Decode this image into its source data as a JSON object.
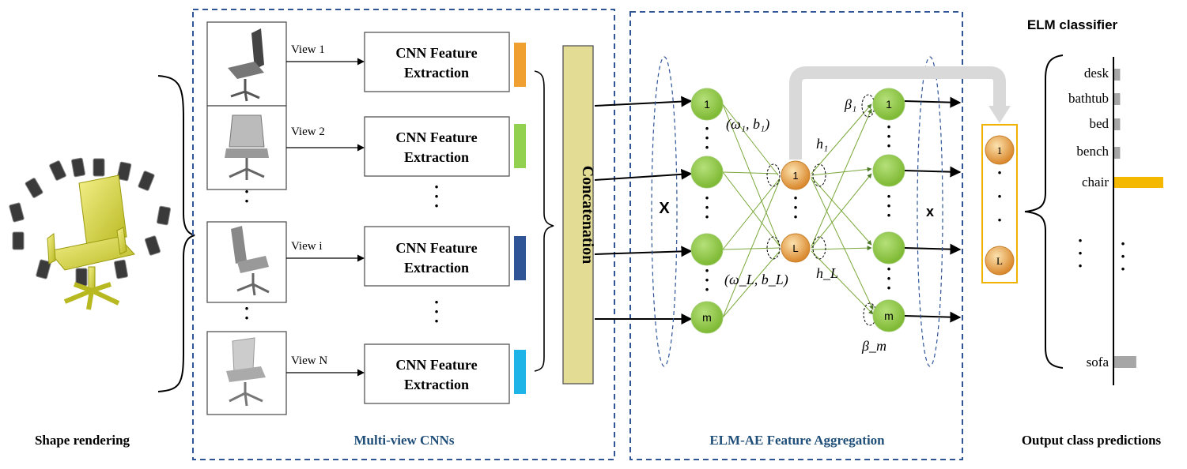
{
  "captions": {
    "shape_rendering": "Shape rendering",
    "multi_view": "Multi-view CNNs",
    "elm_ae": "ELM-AE Feature Aggregation",
    "output": "Output class predictions",
    "classifier_title": "ELM classifier"
  },
  "views": [
    {
      "label": "View 1",
      "block": [
        "CNN Feature",
        "Extraction"
      ],
      "color": "#F0A030"
    },
    {
      "label": "View 2",
      "block": [
        "CNN Feature",
        "Extraction"
      ],
      "color": "#92D050"
    },
    {
      "label": "View i",
      "block": [
        "CNN Feature",
        "Extraction"
      ],
      "color": "#2F5597"
    },
    {
      "label": "View N",
      "block": [
        "CNN Feature",
        "Extraction"
      ],
      "color": "#1EB4E8"
    }
  ],
  "concat_label": "Concatenation",
  "network": {
    "input_var": "X",
    "output_var": "x",
    "input_nodes": [
      "1",
      "",
      "",
      "m"
    ],
    "hidden_nodes": [
      "1",
      "L"
    ],
    "output_nodes": [
      "1",
      "",
      "",
      "m"
    ],
    "weight_top": "(ω₁, b₁)",
    "weight_bottom": "(ω_L, b_L)",
    "h_top": "h₁",
    "h_bottom": "h_L",
    "beta_top": "β₁",
    "beta_bottom": "β_m"
  },
  "classifier_nodes": [
    "1",
    "L"
  ],
  "classes": [
    {
      "name": "desk",
      "score": 0.12
    },
    {
      "name": "bathtub",
      "score": 0.12
    },
    {
      "name": "bed",
      "score": 0.12
    },
    {
      "name": "bench",
      "score": 0.12
    },
    {
      "name": "chair",
      "score": 1.0
    },
    {
      "name": "sofa",
      "score": 0.45
    }
  ],
  "colors": {
    "dash_box": "#2F5597",
    "caption_blue": "#1F4E79",
    "concat_fill": "#E2DC95",
    "green_node": "#8DC63F",
    "orange_node": "#E8A23B",
    "bar_gray": "#A6A6A6",
    "bar_highlight": "#F5B800"
  }
}
